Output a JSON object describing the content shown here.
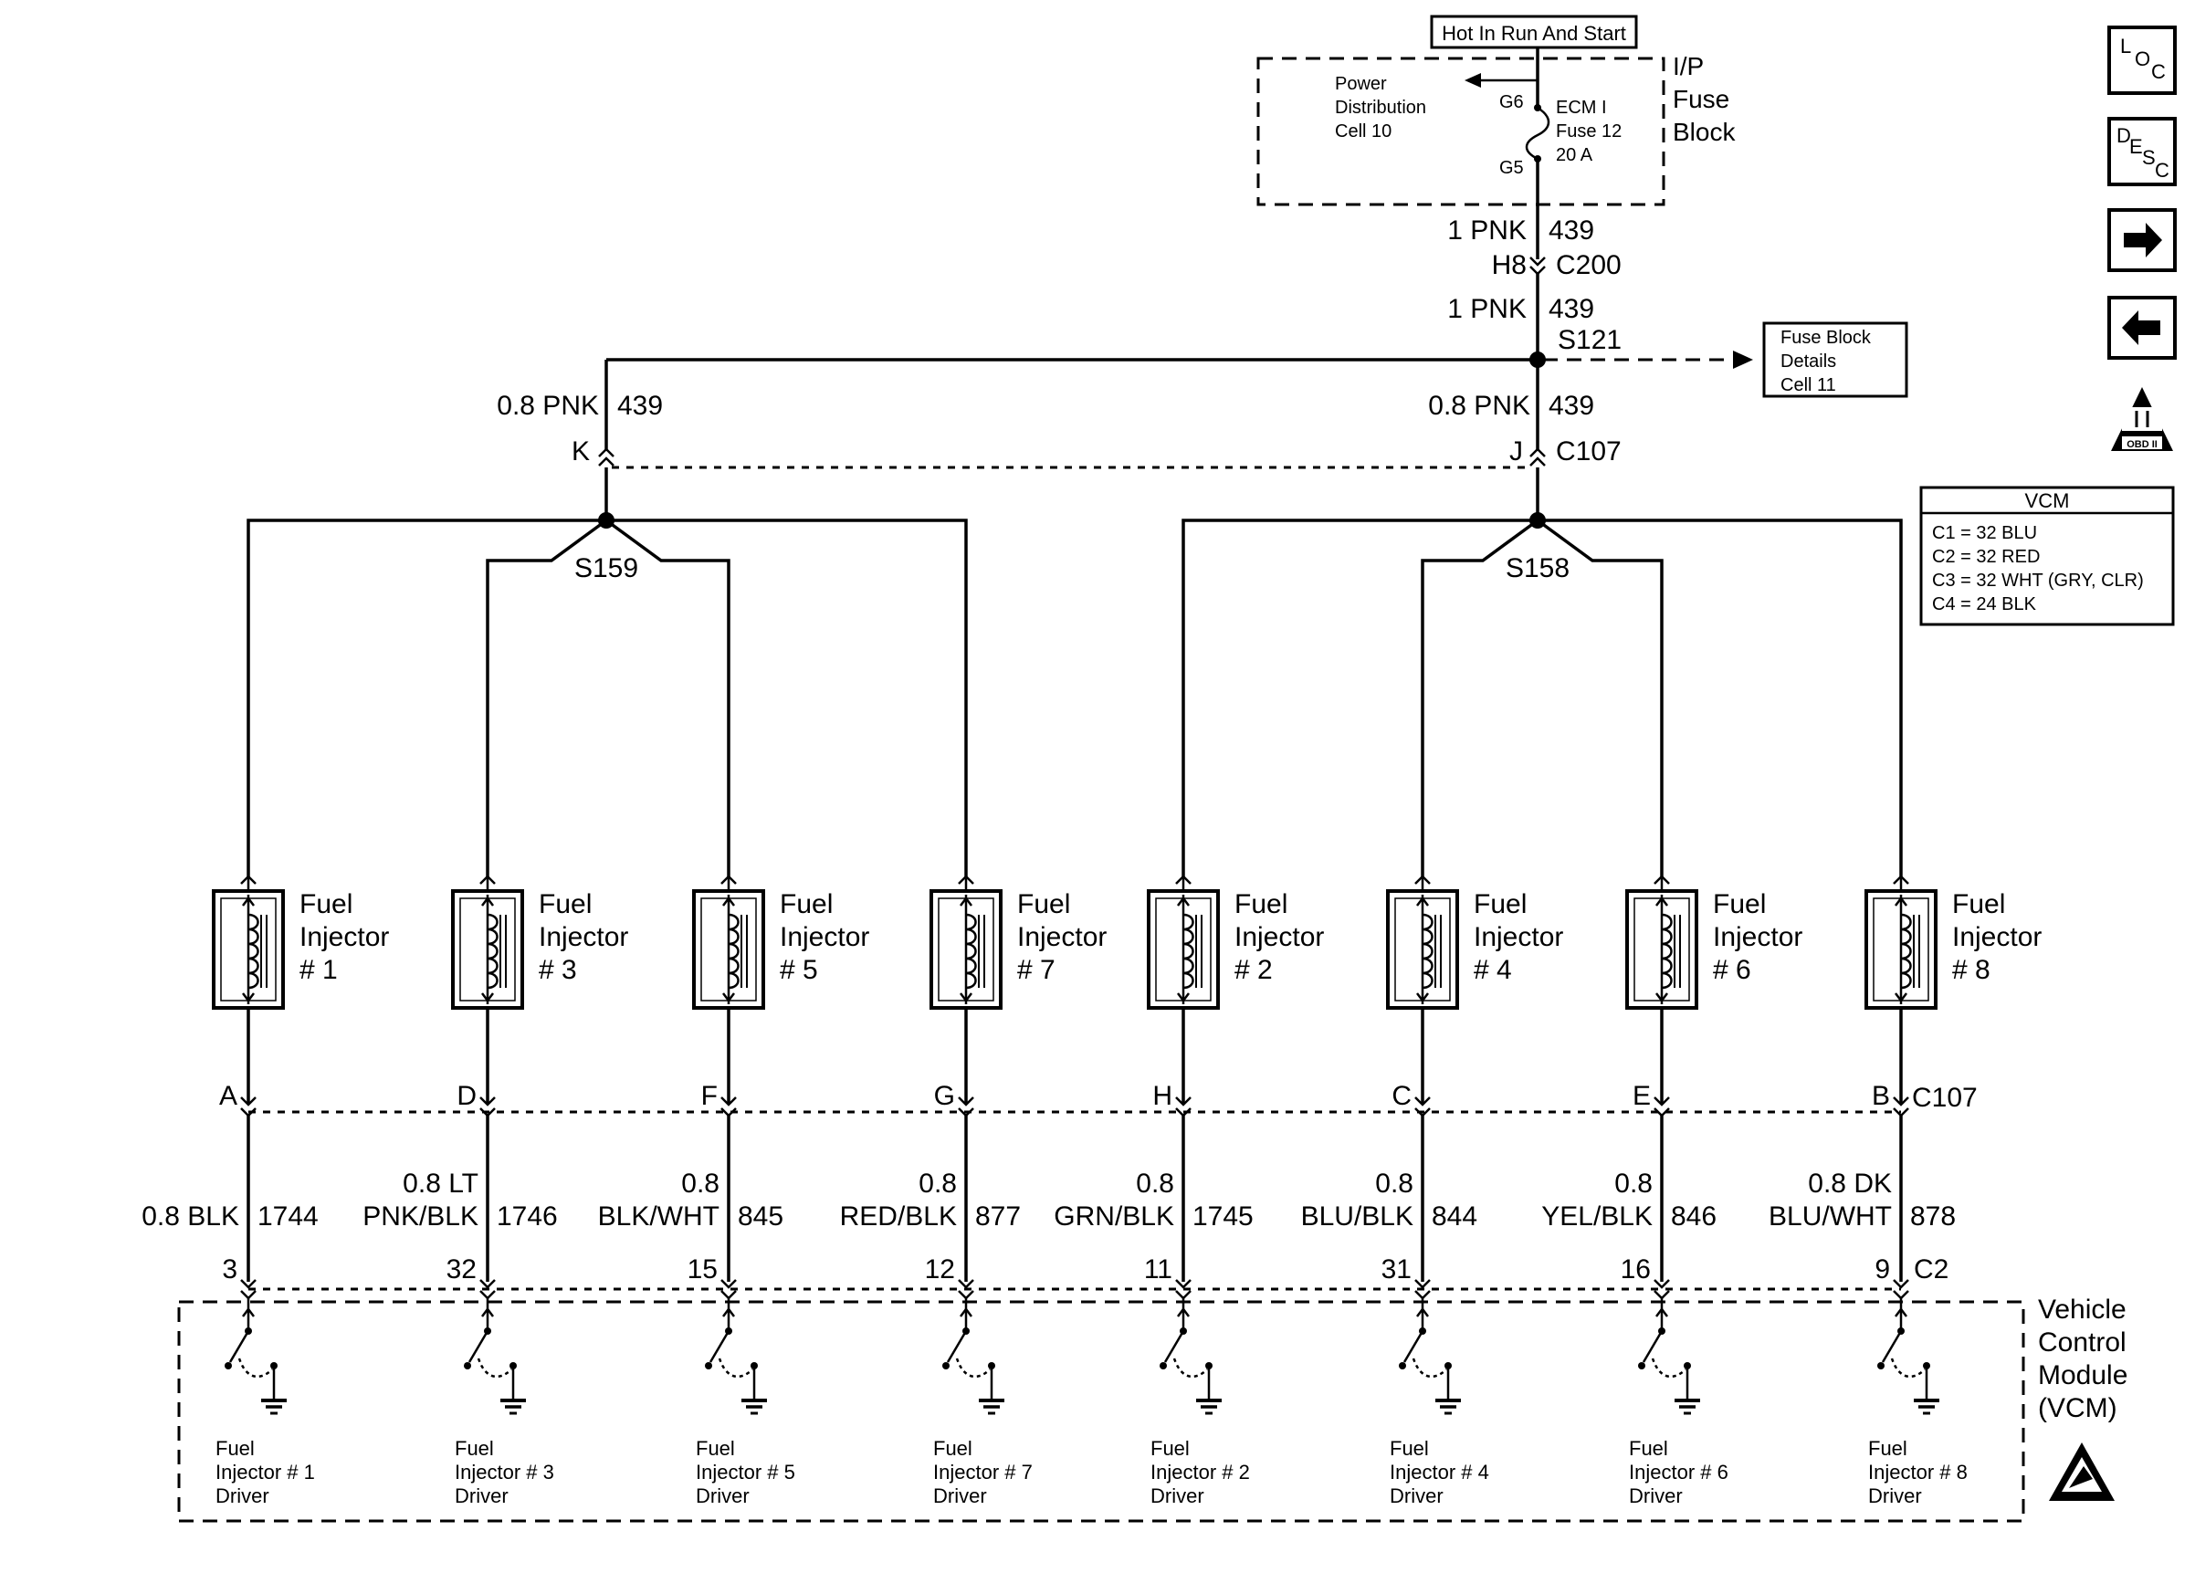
{
  "power": {
    "source_label": "Hot In Run And Start",
    "fuse_block_name": [
      "I/P",
      "Fuse",
      "Block"
    ],
    "pd_ref": [
      "Power",
      "Distribution",
      "Cell 10"
    ],
    "pin_in": "G6",
    "pin_out": "G5",
    "fuse": [
      "ECM I",
      "Fuse 12",
      "20 A"
    ]
  },
  "feed": {
    "wire1_size": "1 PNK",
    "wire1_circuit": "439",
    "c200_pin": "H8",
    "c200": "C200",
    "wire2_size": "1 PNK",
    "wire2_circuit": "439",
    "splice_main": "S121",
    "ref": [
      "Fuse Block",
      "Details",
      "Cell 11"
    ],
    "left_size": "0.8 PNK",
    "left_circuit": "439",
    "left_pin": "K",
    "right_size": "0.8 PNK",
    "right_circuit": "439",
    "right_pin": "J",
    "c107": "C107",
    "splice_left": "S159",
    "splice_right": "S158"
  },
  "injectors": [
    {
      "name": [
        "Fuel",
        "Injector",
        "# 1"
      ],
      "c107_pin": "A",
      "size": [
        "",
        "0.8 BLK"
      ],
      "circuit": "1744",
      "c2_pin": "3",
      "driver": [
        "Fuel",
        "Injector # 1",
        "Driver"
      ]
    },
    {
      "name": [
        "Fuel",
        "Injector",
        "# 3"
      ],
      "c107_pin": "D",
      "size": [
        "0.8 LT",
        "PNK/BLK"
      ],
      "circuit": "1746",
      "c2_pin": "32",
      "driver": [
        "Fuel",
        "Injector # 3",
        "Driver"
      ]
    },
    {
      "name": [
        "Fuel",
        "Injector",
        "# 5"
      ],
      "c107_pin": "F",
      "size": [
        "0.8",
        "BLK/WHT"
      ],
      "circuit": "845",
      "c2_pin": "15",
      "driver": [
        "Fuel",
        "Injector # 5",
        "Driver"
      ]
    },
    {
      "name": [
        "Fuel",
        "Injector",
        "# 7"
      ],
      "c107_pin": "G",
      "size": [
        "0.8",
        "RED/BLK"
      ],
      "circuit": "877",
      "c2_pin": "12",
      "driver": [
        "Fuel",
        "Injector # 7",
        "Driver"
      ]
    },
    {
      "name": [
        "Fuel",
        "Injector",
        "# 2"
      ],
      "c107_pin": "H",
      "size": [
        "0.8",
        "GRN/BLK"
      ],
      "circuit": "1745",
      "c2_pin": "11",
      "driver": [
        "Fuel",
        "Injector # 2",
        "Driver"
      ]
    },
    {
      "name": [
        "Fuel",
        "Injector",
        "# 4"
      ],
      "c107_pin": "C",
      "size": [
        "0.8",
        "BLU/BLK"
      ],
      "circuit": "844",
      "c2_pin": "31",
      "driver": [
        "Fuel",
        "Injector # 4",
        "Driver"
      ]
    },
    {
      "name": [
        "Fuel",
        "Injector",
        "# 6"
      ],
      "c107_pin": "E",
      "size": [
        "0.8",
        "YEL/BLK"
      ],
      "circuit": "846",
      "c2_pin": "16",
      "driver": [
        "Fuel",
        "Injector # 6",
        "Driver"
      ]
    },
    {
      "name": [
        "Fuel",
        "Injector",
        "# 8"
      ],
      "c107_pin": "B",
      "size": [
        "0.8 DK",
        "BLU/WHT"
      ],
      "circuit": "878",
      "c2_pin": "9",
      "driver": [
        "Fuel",
        "Injector # 8",
        "Driver"
      ]
    }
  ],
  "c107_label": "C107",
  "c2_label": "C2",
  "vcm": {
    "name": [
      "Vehicle",
      "Control",
      "Module",
      "(VCM)"
    ],
    "legend_title": "VCM",
    "legend": [
      "C1 = 32 BLU",
      "C2 = 32 RED",
      "C3 = 32 WHT (GRY, CLR)",
      "C4 = 24 BLK"
    ]
  },
  "side_icons": {
    "loc": [
      "L",
      "O",
      "C"
    ],
    "desc": [
      "D",
      "E",
      "S",
      "C"
    ],
    "obd_badge": "OBD II",
    "icons": [
      "right-arrow-icon",
      "left-arrow-icon",
      "obd-ii-icon",
      "esd-warning-icon"
    ]
  }
}
